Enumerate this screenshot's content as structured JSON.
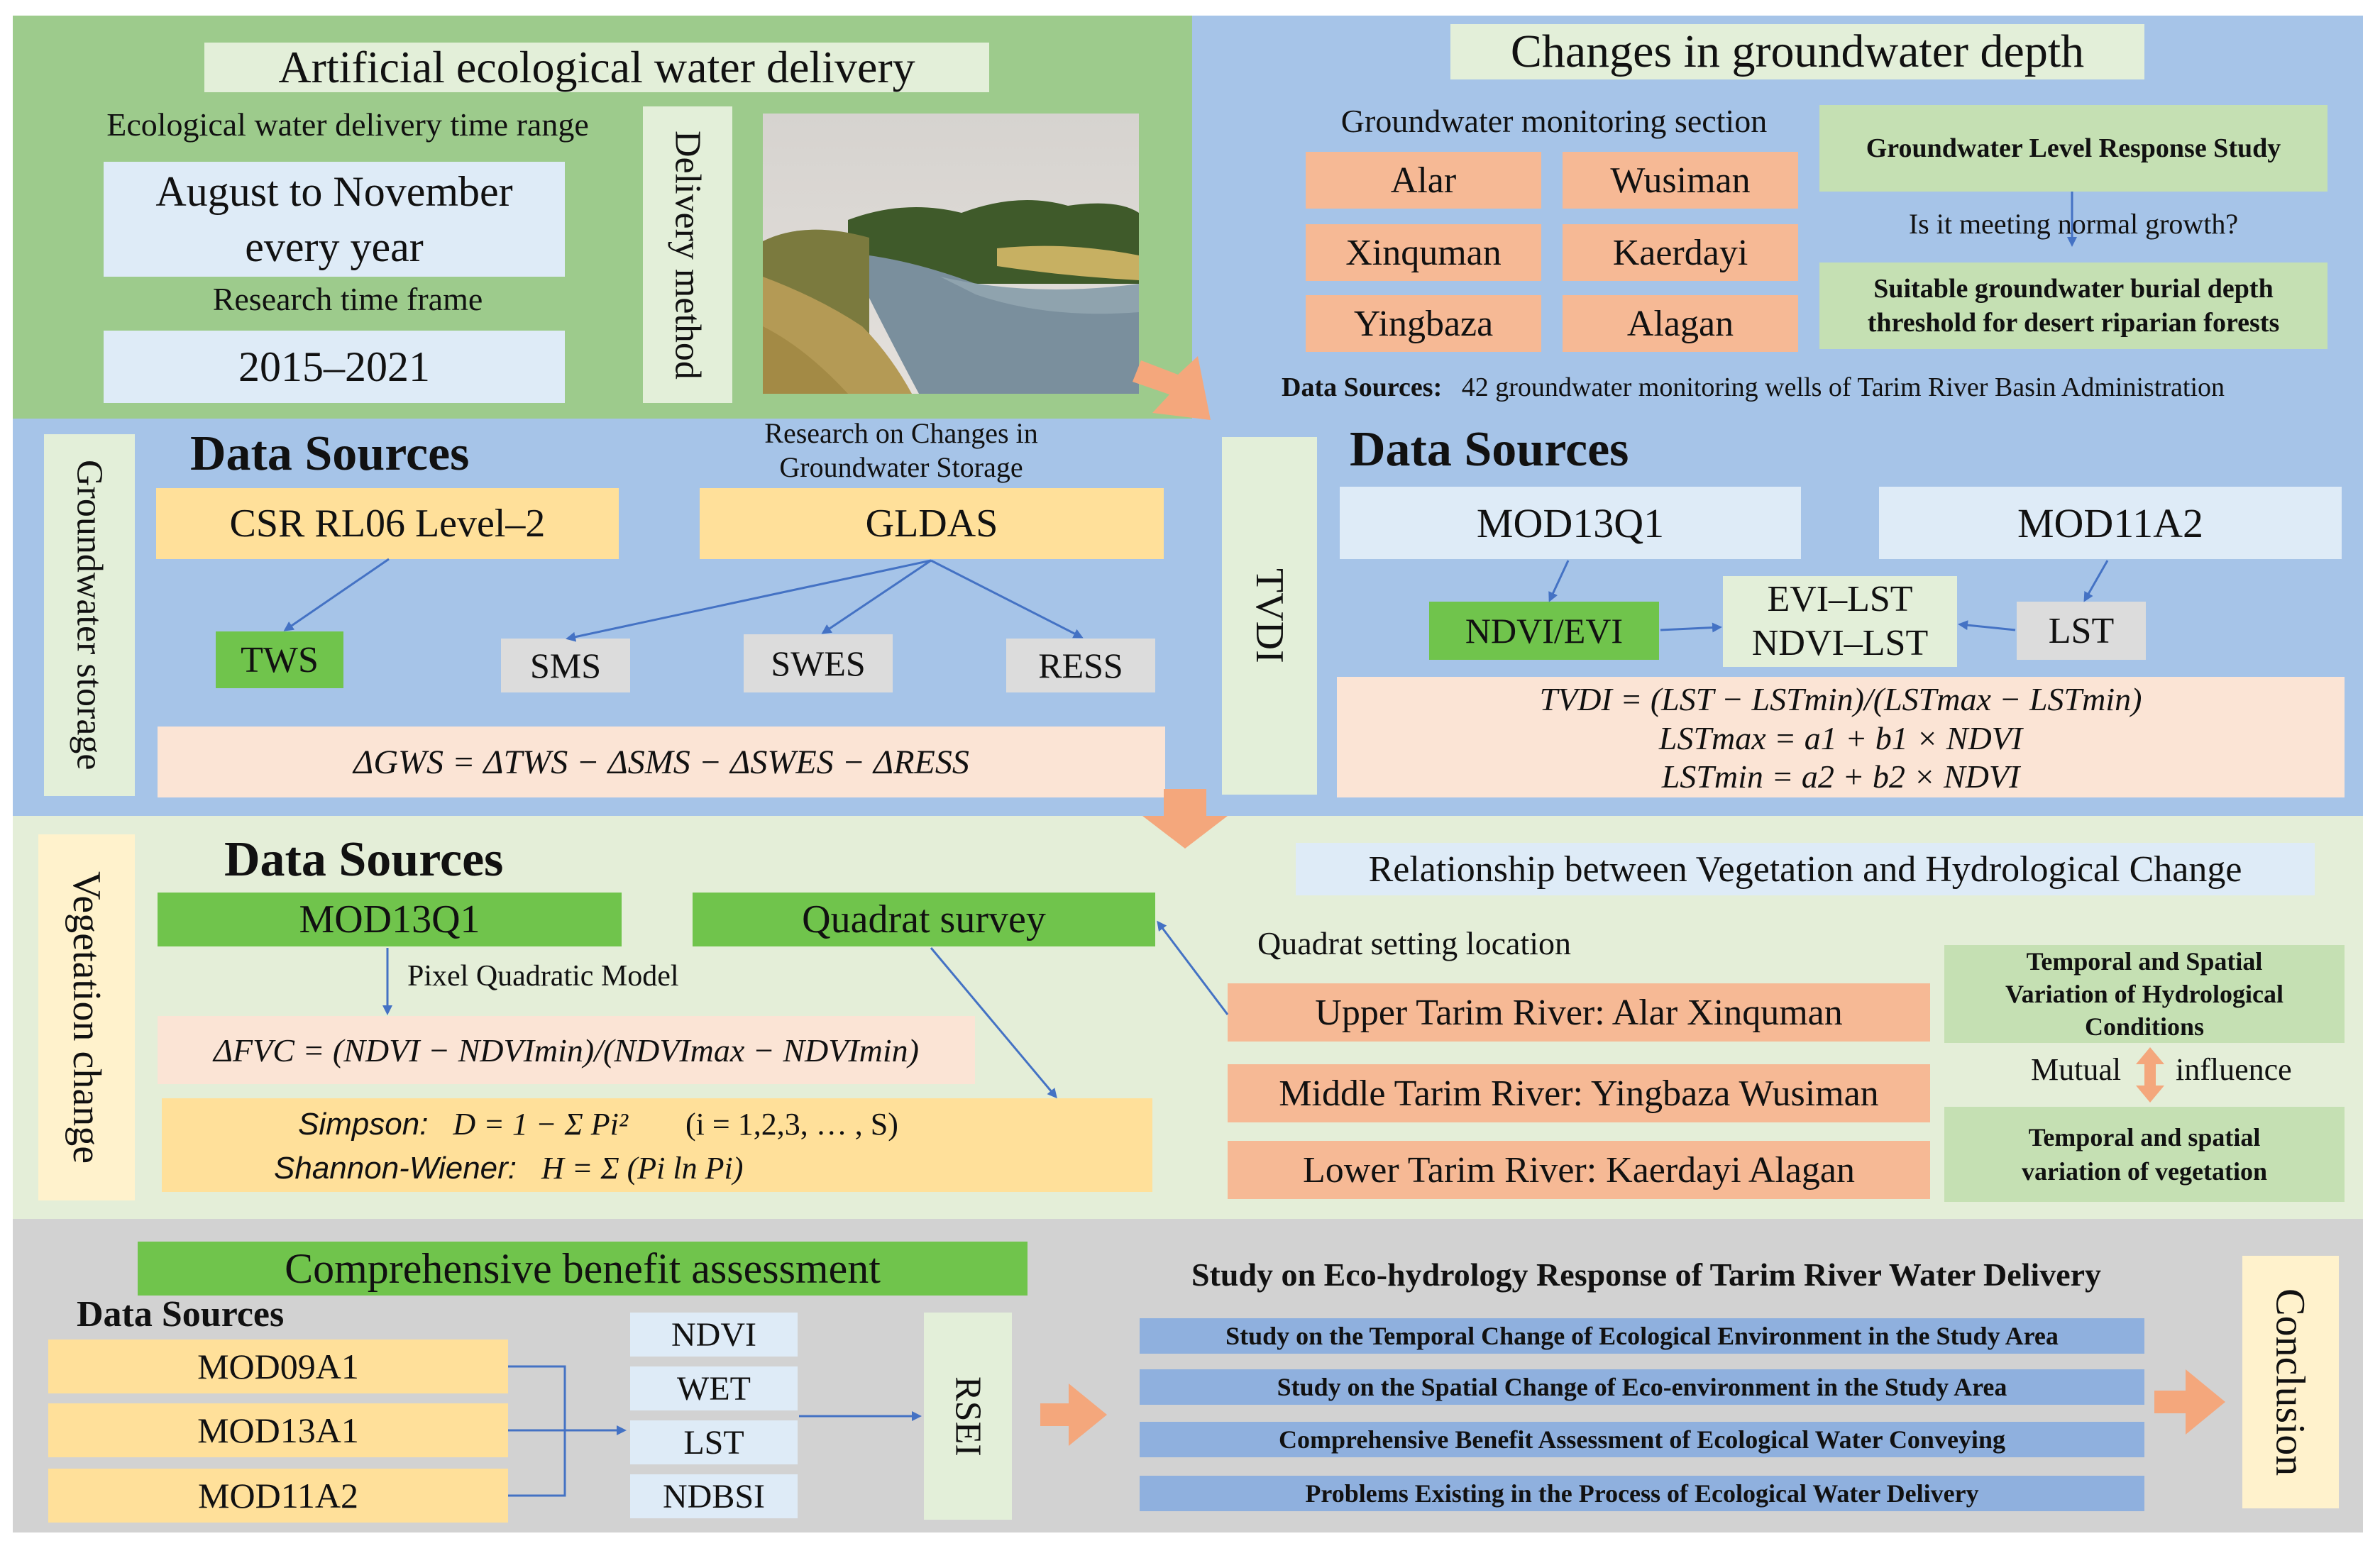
{
  "panel1": {
    "title": "Artificial ecological water delivery",
    "time_range_label": "Ecological water delivery time range",
    "time_range_value_line1": "August to November",
    "time_range_value_line2": "every year",
    "research_label": "Research time frame",
    "research_value": "2015–2021",
    "delivery_method": "Delivery method"
  },
  "panel2": {
    "title": "Changes in groundwater depth",
    "section_label": "Groundwater monitoring section",
    "sections": [
      "Alar",
      "Wusiman",
      "Xinquman",
      "Kaerdayi",
      "Yingbaza",
      "Alagan"
    ],
    "response_study": "Groundwater Level Response Study",
    "question": "Is it meeting normal growth?",
    "threshold_line1": "Suitable groundwater burial depth",
    "threshold_line2": "threshold for desert riparian forests",
    "sources_label": "Data Sources:",
    "sources_text": "42 groundwater monitoring wells of Tarim River Basin Administration"
  },
  "panel3": {
    "side_label": "Groundwater storage",
    "title": "Data Sources",
    "research_note_line1": "Research on Changes in",
    "research_note_line2": "Groundwater Storage",
    "csr": "CSR RL06 Level–2",
    "gldas": "GLDAS",
    "tws": "TWS",
    "sms": "SMS",
    "swes": "SWES",
    "ress": "RESS",
    "formula": "ΔGWS = ΔTWS − ΔSMS − ΔSWES − ΔRESS"
  },
  "panel4": {
    "side_label": "TVDI",
    "title": "Data Sources",
    "mod13q1": "MOD13Q1",
    "mod11a2": "MOD11A2",
    "ndvi_evi": "NDVI/EVI",
    "evi_lst": "EVI–LST",
    "ndvi_lst": "NDVI–LST",
    "lst": "LST",
    "formula1": "TVDI = (LST − LSTmin)/(LSTmax − LSTmin)",
    "formula2": "LSTmax = a1 + b1 × NDVI",
    "formula3": "LSTmin = a2 + b2 × NDVI"
  },
  "panel5": {
    "side_label": "Vegetation change",
    "title": "Data Sources",
    "mod13q1": "MOD13Q1",
    "quadrat": "Quadrat survey",
    "pixel_model": "Pixel Quadratic Model",
    "fvc_formula": "ΔFVC = (NDVI − NDVImin)/(NDVImax − NDVImin)",
    "simpson_label": "Simpson:",
    "simpson_formula": "D = 1 − Σ Pi²",
    "simpson_range": "(i = 1,2,3, … , S)",
    "shannon_label": "Shannon-Wiener:",
    "shannon_formula": "H = Σ (Pi ln Pi)",
    "relationship_title": "Relationship between Vegetation and Hydrological Change",
    "quadrat_location": "Quadrat setting location",
    "upper": "Upper Tarim River: Alar Xinquman",
    "middle": "Middle Tarim River: Yingbaza Wusiman",
    "lower": "Lower Tarim River: Kaerdayi Alagan",
    "hydro_line1": "Temporal and Spatial",
    "hydro_line2": "Variation of Hydrological",
    "hydro_line3": "Conditions",
    "mutual": "Mutual",
    "influence": "influence",
    "veg_line1": "Temporal and spatial",
    "veg_line2": "variation of vegetation"
  },
  "panel6": {
    "title": "Comprehensive benefit assessment",
    "sources_label": "Data Sources",
    "products": [
      "MOD09A1",
      "MOD13A1",
      "MOD11A2"
    ],
    "indices": [
      "NDVI",
      "WET",
      "LST",
      "NDBSI"
    ],
    "rsei": "RSEI",
    "study_title": "Study on Eco-hydrology Response of Tarim River Water Delivery",
    "studies": [
      "Study on the Temporal Change of Ecological Environment in the Study Area",
      "Study on the Spatial Change of Eco-environment in the Study Area",
      "Comprehensive Benefit Assessment of Ecological Water Conveying",
      "Problems Existing in the Process of Ecological Water Delivery"
    ],
    "conclusion": "Conclusion"
  }
}
